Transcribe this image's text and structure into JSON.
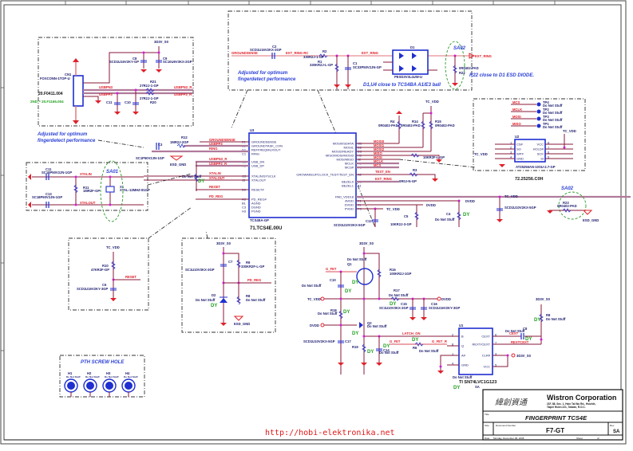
{
  "title_block": {
    "company_cn": "緯創資通",
    "company": "Wistron Corporation",
    "address": "21F, 88, Sec. 1, Hsin Tai Wu Rd., Hsichih, Taipei Hsien 221, Taiwan, R.O.C.",
    "title_label": "Title",
    "title": "FINGERPRINT TCS4E",
    "size_label": "Size",
    "doc_number_label": "Document Number",
    "doc_number": "F7-GT",
    "rev_label": "Rev",
    "rev": "SA",
    "date_label": "Date",
    "date": "Monday, December 08, 2008",
    "sheet_label": "Sheet",
    "sheet_of": "of"
  },
  "watermark": "http://hobi-elektronika.net",
  "main_ic": {
    "ref": "U3",
    "part": "TCS4EA-GP",
    "pn": "71.TCS4E.00U",
    "left_pins": [
      {
        "num": "E1",
        "name": "GROUNDSENSE"
      },
      {
        "num": "E2",
        "name": "GROUNDTASK_CON"
      },
      {
        "num": "D1",
        "name": "REFFREQMUXOUT"
      },
      {
        "num": "C1",
        "name": "RING"
      },
      {
        "num": "G2",
        "name": "USB_DN"
      },
      {
        "num": "H2",
        "name": "USB_DP"
      },
      {
        "num": "G3",
        "name": "XTALIN/SYSCLK"
      },
      {
        "num": "J3",
        "name": "XTALOUT"
      },
      {
        "num": "B3",
        "name": "RESET#"
      },
      {
        "num": "A3",
        "name": "PD_REG#"
      },
      {
        "num": "B1",
        "name": "AGND"
      },
      {
        "num": "C3",
        "name": "DGND"
      },
      {
        "num": "H3",
        "name": "PGND"
      }
    ],
    "right_pins": [
      {
        "num": "G2",
        "name": "MOSI0/SDATA"
      },
      {
        "num": "D2",
        "name": "MOSI1"
      },
      {
        "num": "D3",
        "name": "MOSI2/READY"
      },
      {
        "num": "H1",
        "name": "MISO/MOSI/MOSI3"
      },
      {
        "num": "J2",
        "name": "MOSI/MISO"
      },
      {
        "num": "F2",
        "name": "MCLK"
      },
      {
        "num": "F1",
        "name": "MCS#"
      },
      {
        "num": "A2",
        "name": "GROWAKEUPCLOCK_TEST/TEST_EN"
      },
      {
        "num": "E3",
        "name": "BEZEL0"
      },
      {
        "num": "A1",
        "name": "BEZEL1"
      },
      {
        "num": "G1",
        "name": "PAD_VDD18"
      },
      {
        "num": "E1",
        "name": "AVDD"
      },
      {
        "num": "J1",
        "name": "DVDD"
      },
      {
        "num": "F3",
        "name": "PVDD"
      }
    ]
  },
  "connector": {
    "ref": "CN1",
    "part": "FOXCONN-1TOP-U",
    "pn": "20.F0411.004",
    "pn2": "2ND = 20.F1165.004",
    "nets": [
      "USBPN3",
      "USBPP3"
    ],
    "resistors": [
      {
        "ref": "R21",
        "value": "27R2J-1-GP"
      },
      {
        "ref": "R20",
        "value": "27R2J-1-GP"
      }
    ],
    "caps": [
      {
        "ref": "C8",
        "value": "SCD1U16V2KY-GP"
      },
      {
        "ref": "C9",
        "value": "SC10U6V3KX-2GP"
      },
      {
        "ref": "C11",
        "value": "SC47P50V2JN-3GP"
      },
      {
        "ref": "C10",
        "value": "SC47P50V2JN-3GP"
      }
    ],
    "out_nets": [
      "USBPN3_R",
      "USBPP3_R"
    ],
    "supply": "3D3V_S0"
  },
  "ext_ring": {
    "in_net": "GROUNDSENSE",
    "cap": {
      "ref": "C2",
      "value": "SCD1U16V2KX-3GP"
    },
    "net1": "EXT_RING-RC",
    "r2": {
      "ref": "R2",
      "value": "330R2J-1-GP"
    },
    "r1": {
      "ref": "R1",
      "value": "330KR2J-L-GP"
    },
    "c1": {
      "ref": "C1",
      "value": "SC33P50V2JN-GP"
    },
    "net2": "EXT_RING",
    "diode": {
      "ref": "D1",
      "part": "PESD3V3L4UW-U"
    },
    "r22": {
      "ref": "R22",
      "value": "0R0402-PAD"
    },
    "sa": "SA02",
    "note1": "Adjusted for optimum fingerdetect performance",
    "note2": "D1,U4 close to TCS4BA A1/E3 ball",
    "note3": "R22 close to D1 ESD DIODE."
  },
  "notes": {
    "adjusted_left": "Adjusted for optimum fingerdetect performance",
    "pth": "PTH SCREW HOLE"
  },
  "crystal": {
    "sa": "SA01",
    "c11": {
      "ref": "C11",
      "value": "SC18P50V2JN-1GP"
    },
    "c13": {
      "ref": "C13",
      "value": "SC18P50V2JN-1GP"
    },
    "r11": {
      "ref": "R11",
      "value": "1MR2F-GP"
    },
    "x1": {
      "ref": "X1",
      "value": "XTAL-12MHZ-81GP"
    },
    "nets": [
      "XTALIN",
      "XTALOUT"
    ]
  },
  "mid_nets": {
    "r12": {
      "ref": "R12",
      "value": "1MR2J-2GP"
    },
    "c3": {
      "ref": "C3",
      "value": "SC1P50V2JN-1GP"
    },
    "r4": {
      "ref": "R4",
      "value": "Do Not Stuff"
    },
    "nets": [
      "GROUNDSENSE",
      "USBPP3",
      "RING",
      "USBPN3_R",
      "USBPP3_R",
      "XTALIN",
      "XTALOUT",
      "RESET",
      "PD_REG"
    ],
    "esd_gnd": "ESD_GND",
    "dy": "DY"
  },
  "reset": {
    "supply": "TC_VDD",
    "r": {
      "ref": "R10",
      "value": "47KR2F-GP"
    },
    "c": {
      "ref": "C6",
      "value": "SCD1U16V2KY-3GP"
    },
    "net": "RESET"
  },
  "pdreg": {
    "supply": "3D3V_S0",
    "c7": {
      "ref": "C7",
      "value": "SC1U10V3KX-3GP"
    },
    "r9": {
      "ref": "R9",
      "value": "330KR2F-L-GP"
    },
    "d2": {
      "ref": "D2",
      "value": "Do Not Stuff"
    },
    "r8": {
      "ref": "R8",
      "value": "Do Not Stuff"
    },
    "net": "PD_REG",
    "esd_gnd": "ESD_GND",
    "dy": "DY"
  },
  "right_nets": {
    "nets": [
      "MOSI0",
      "MOSI1",
      "MOSI2",
      "MISO",
      "MOSI",
      "MCLK",
      "MCS",
      "TEST_EN",
      "EXT_RING"
    ],
    "r4": {
      "ref": "R4",
      "value": "0R0402-PAD"
    },
    "r14": {
      "ref": "R14",
      "value": "0R0402-PAD"
    },
    "r15": {
      "ref": "R15",
      "value": "0R0402-PAD"
    },
    "r5": {
      "ref": "R5",
      "value": "10KR2F-L-GP"
    },
    "r3": {
      "ref": "R3",
      "value": "0R0J-N-GP"
    },
    "supply": "TC_VDD",
    "c12": {
      "ref": "C12",
      "value": "SCD1U10V2KX-5GP"
    },
    "c5": {
      "ref": "C5",
      "value": "10KR2J-3-GP"
    },
    "c4": {
      "ref": "C4",
      "value": "Do Not Stuff"
    },
    "dvdd": "DVDD"
  },
  "flash": {
    "tps": [
      {
        "net": "MCS",
        "ref": "TP4",
        "note": "Do Not Stuff"
      },
      {
        "net": "MCLK",
        "ref": "TP2",
        "note": "Do Not Stuff"
      },
      {
        "net": "MOSI",
        "ref": "TP3",
        "note": "Do Not Stuff"
      },
      {
        "net": "MISO",
        "ref": "TP1",
        "note": "Do Not Stuff"
      }
    ],
    "ic": {
      "ref": "U2",
      "part": "AT25256AN-10SU-2.7-GP",
      "pn": "72.25256.C0H"
    },
    "left_pins": [
      {
        "num": "1",
        "name": "CS#"
      },
      {
        "num": "2",
        "name": "SO"
      },
      {
        "num": "3",
        "name": "WP#"
      },
      {
        "num": "4",
        "name": "GND"
      }
    ],
    "right_pins": [
      {
        "num": "8",
        "name": "VCC"
      },
      {
        "num": "7",
        "name": "HOLD#"
      },
      {
        "num": "6",
        "name": "SCK"
      },
      {
        "num": "5",
        "name": "SI"
      }
    ],
    "supply": "TC_VDD"
  },
  "sa02_right": {
    "sa": "SA02",
    "c": {
      "ref": "C8",
      "value": "SCD1U10V2KX-5GP"
    },
    "r": {
      "ref": "R23",
      "value": "0R0402-PAD"
    },
    "supply": "TC_VDD",
    "esd_gnd": "ESD_GND"
  },
  "power": {
    "supply": "3D3V_S0",
    "q1": {
      "ref": "Q1",
      "note": "Do Not Stuff"
    },
    "net_gfet": "G_FET",
    "c10": {
      "ref": "C10",
      "value": "Do Not Stuff"
    },
    "r16": {
      "ref": "R16",
      "value": "100KR2J-1GP"
    },
    "r17": {
      "ref": "R17",
      "value": "Do Not Stuff"
    },
    "r18": {
      "ref": "R18",
      "value": "Do Not Stuff"
    },
    "c15": {
      "ref": "C15",
      "value": "SC1U10V3KX-3GP"
    },
    "c16": {
      "ref": "C16",
      "value": "SCD1U16V2KY-3GP"
    },
    "q2": {
      "ref": "Q2",
      "note": "Do Not Stuff"
    },
    "c17": {
      "ref": "C17",
      "value": "SCD1U10V2KX-5GP"
    },
    "r19": {
      "ref": "R19",
      "value": "Do Not Stuff"
    },
    "c14": {
      "ref": "C14",
      "value": "Do Not Stuff"
    },
    "r6": {
      "ref": "R6",
      "value": "Do Not Stuff"
    },
    "tc_vdd": "TC_VDD",
    "dvdd": "DVDD",
    "latch": "LATCH_ON",
    "gfet_r": "G_FET_R",
    "dy": "DY"
  },
  "u1": {
    "ref": "U1",
    "part": "TI SN74LVC1G123",
    "left_pins": [
      {
        "num": "2",
        "name": "B"
      },
      {
        "num": "8",
        "name": "Q"
      },
      {
        "num": "1",
        "name": "A#"
      },
      {
        "num": "4",
        "name": "GND"
      }
    ],
    "right_pins": [
      {
        "num": "6",
        "name": "CEXT"
      },
      {
        "num": "7",
        "name": "REXT/CEXT"
      },
      {
        "num": "3",
        "name": "CLR#"
      },
      {
        "num": "5",
        "name": "VCC"
      }
    ],
    "note": "Do Not Stuff",
    "sa": "SA",
    "r": {
      "ref": "R8",
      "value": "Do Not Stuff"
    },
    "c": {
      "ref": "C8",
      "value": "Do Not Stuff"
    },
    "nets": [
      "CEXT",
      "REXTCEXT"
    ],
    "supply": "3D3V_S0",
    "dy": "DY"
  },
  "screw_holes": [
    {
      "ref": "H1",
      "note": "Do Not Stuff"
    },
    {
      "ref": "H2",
      "note": "Do Not Stuff"
    },
    {
      "ref": "H3",
      "note": "Do Not Stuff"
    },
    {
      "ref": "H4",
      "note": "Do Not Stuff"
    }
  ]
}
